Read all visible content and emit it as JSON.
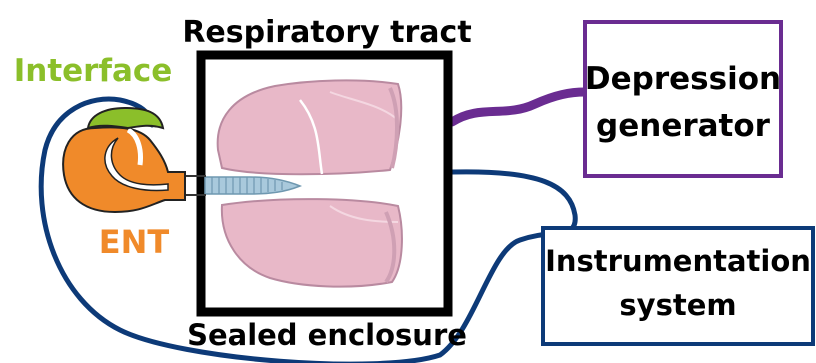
{
  "labels": {
    "respiratory_tract": "Respiratory tract",
    "interface": "Interface",
    "ent": "ENT",
    "sealed_enclosure": "Sealed enclosure",
    "depression_generator_line1": "Depression",
    "depression_generator_line2": "generator",
    "instrumentation_line1": "Instrumentation",
    "instrumentation_line2": "system"
  },
  "colors": {
    "enclosure": "#000000",
    "depression_generator": "#6a2c91",
    "instrumentation": "#0d3a78",
    "interface": "#8bbf2a",
    "ent": "#f08a2a",
    "lung_fill": "#e8b8c8",
    "lung_edge": "#b98aa0",
    "trachea": "#a9c9dc"
  }
}
